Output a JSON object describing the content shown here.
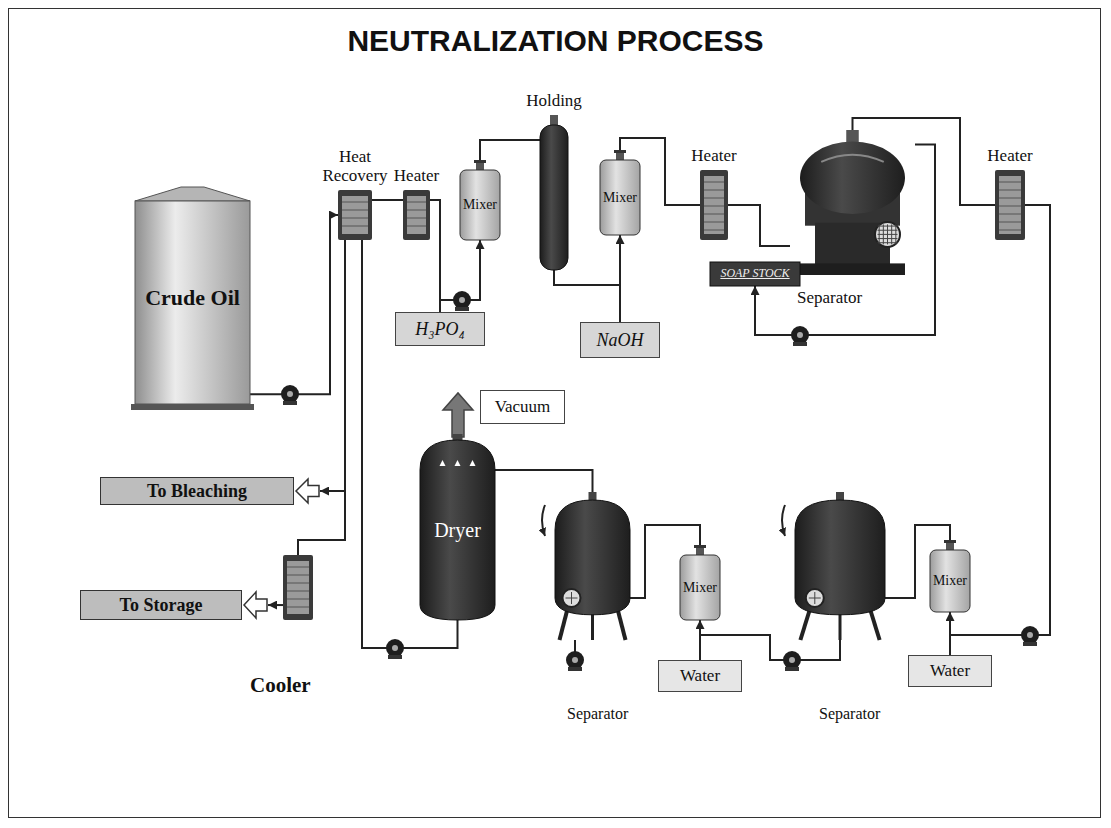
{
  "diagram": {
    "title": "NEUTRALIZATION PROCESS",
    "nodes": [
      {
        "text": [
          "Crude Oil"
        ]
      },
      {
        "text": [
          "Heat Recovery"
        ]
      },
      {
        "text": [
          "Heater"
        ]
      },
      {
        "text": [
          "Mixer"
        ]
      },
      {
        "text": [
          "Holding"
        ]
      },
      {
        "text": [
          "Mixer"
        ]
      },
      {
        "text": [
          "Heater"
        ]
      },
      {
        "text": [
          "Separator"
        ]
      },
      {
        "text": [
          "SOAP STOCK"
        ]
      },
      {
        "text": [
          "Heater"
        ]
      },
      {
        "text": [
          "H₃PO₄"
        ]
      },
      {
        "text": [
          "NaOH"
        ]
      },
      {
        "text": [
          "Vacuum"
        ]
      },
      {
        "text": [
          "To Bleaching"
        ]
      },
      {
        "text": [
          "Dryer"
        ]
      },
      {
        "text": [
          "To Storage"
        ]
      },
      {
        "text": [
          "Cooler"
        ]
      },
      {
        "text": [
          "Separator"
        ]
      },
      {
        "text": [
          "Mixer"
        ]
      },
      {
        "text": [
          "Water"
        ]
      },
      {
        "text": [
          "Separator"
        ]
      },
      {
        "text": [
          "Mixer"
        ]
      },
      {
        "text": [
          "Water"
        ]
      }
    ],
    "edges": [
      {
        "from": 0,
        "to": 1,
        "arrow": "to"
      },
      {
        "from": 1,
        "to": 2,
        "arrow": "none"
      },
      {
        "from": 2,
        "to": 3,
        "arrow": "none"
      },
      {
        "from": 10,
        "to": 3,
        "arrow": "to"
      },
      {
        "from": 3,
        "to": 4,
        "arrow": "none"
      },
      {
        "from": 4,
        "to": 5,
        "arrow": "none"
      },
      {
        "from": 11,
        "to": 5,
        "arrow": "to"
      },
      {
        "from": 5,
        "to": 6,
        "arrow": "none"
      },
      {
        "from": 6,
        "to": 7,
        "arrow": "none"
      },
      {
        "from": 7,
        "to": 8,
        "arrow": "to"
      },
      {
        "from": 7,
        "to": 9,
        "arrow": "none"
      },
      {
        "from": 9,
        "to": 21,
        "arrow": "none"
      },
      {
        "from": 22,
        "to": 21,
        "arrow": "to"
      },
      {
        "from": 21,
        "to": 20,
        "arrow": "none"
      },
      {
        "from": 20,
        "to": 18,
        "arrow": "none"
      },
      {
        "from": 19,
        "to": 18,
        "arrow": "to"
      },
      {
        "from": 18,
        "to": 17,
        "arrow": "none"
      },
      {
        "from": 17,
        "to": 14,
        "arrow": "none"
      },
      {
        "from": 14,
        "to": 1,
        "arrow": "none"
      },
      {
        "from": 1,
        "to": 13,
        "arrow": "to"
      },
      {
        "from": 1,
        "to": 16,
        "arrow": "none"
      },
      {
        "from": 16,
        "to": 15,
        "arrow": "to"
      }
    ]
  }
}
